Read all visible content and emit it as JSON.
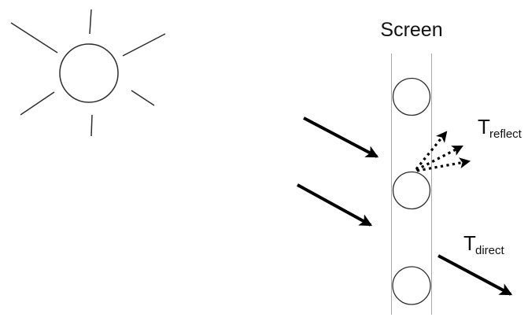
{
  "diagram": {
    "screen_label": "Screen",
    "t_reflect": {
      "symbol": "T",
      "subscript": "reflect"
    },
    "t_direct": {
      "symbol": "T",
      "subscript": "direct"
    },
    "colors": {
      "arrow": "#000000",
      "outline": "#2e2e2e",
      "screen_line": "#a8a8a8",
      "text": "#111111",
      "background": "#ffffff"
    }
  }
}
